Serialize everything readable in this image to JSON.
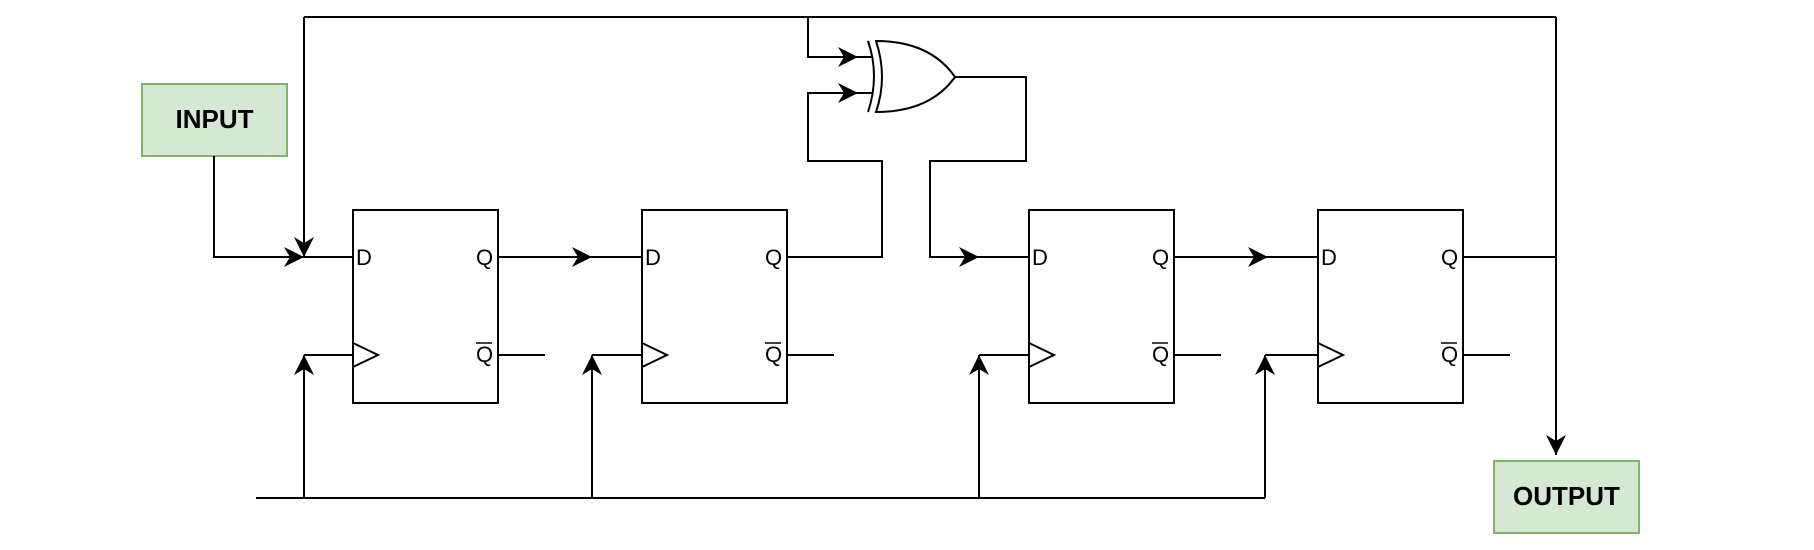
{
  "input_block": {
    "label": "INPUT",
    "fill": "#d5e8d4",
    "stroke": "#82b366"
  },
  "output_block": {
    "label": "OUTPUT",
    "fill": "#d5e8d4",
    "stroke": "#82b366"
  },
  "flip_flops": [
    {
      "d": "D",
      "q": "Q",
      "qbar": "Q"
    },
    {
      "d": "D",
      "q": "Q",
      "qbar": "Q"
    },
    {
      "d": "D",
      "q": "Q",
      "qbar": "Q"
    },
    {
      "d": "D",
      "q": "Q",
      "qbar": "Q"
    }
  ],
  "gate": {
    "type": "XOR",
    "icon": "xor-gate-icon"
  }
}
